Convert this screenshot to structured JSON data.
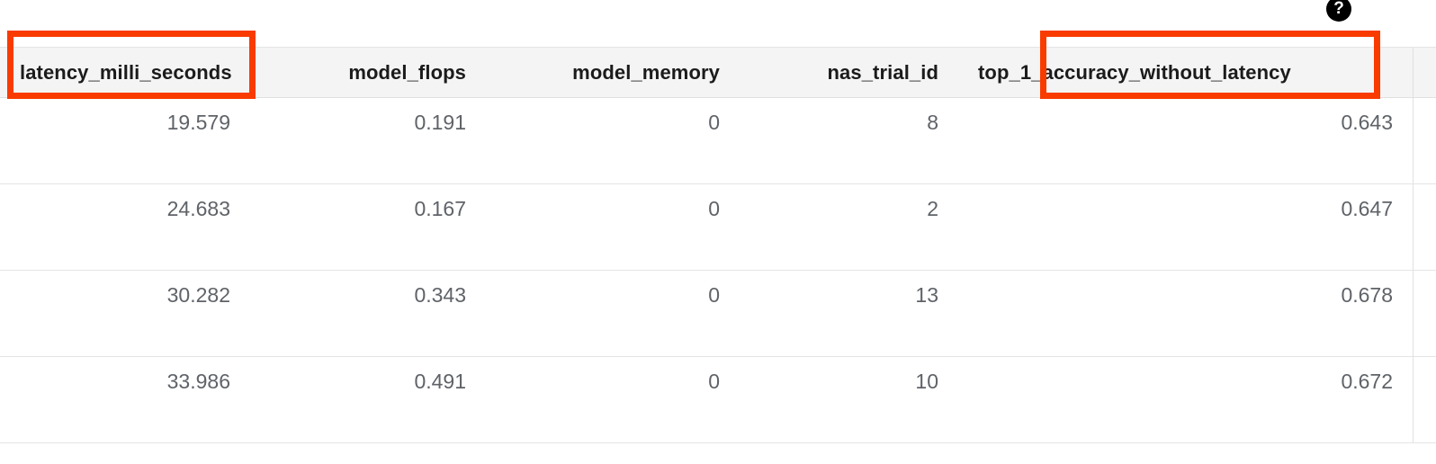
{
  "help": {
    "icon": "help-question-icon",
    "glyph": "?"
  },
  "annotations": {
    "color": "#f93b00",
    "boxes": [
      {
        "target": "latency_milli_seconds"
      },
      {
        "target": "top_1_accuracy_without_latency"
      }
    ]
  },
  "table": {
    "columns": [
      {
        "label": "latency_milli_seconds",
        "align": "left"
      },
      {
        "label": "model_flops",
        "align": "right"
      },
      {
        "label": "model_memory",
        "align": "right"
      },
      {
        "label": "nas_trial_id",
        "align": "right"
      },
      {
        "label": "top_1_accuracy_without_latency",
        "align": "left"
      }
    ],
    "rows": [
      {
        "latency_milli_seconds": "19.579",
        "model_flops": "0.191",
        "model_memory": "0",
        "nas_trial_id": "8",
        "top_1_accuracy_without_latency": "0.643"
      },
      {
        "latency_milli_seconds": "24.683",
        "model_flops": "0.167",
        "model_memory": "0",
        "nas_trial_id": "2",
        "top_1_accuracy_without_latency": "0.647"
      },
      {
        "latency_milli_seconds": "30.282",
        "model_flops": "0.343",
        "model_memory": "0",
        "nas_trial_id": "13",
        "top_1_accuracy_without_latency": "0.678"
      },
      {
        "latency_milli_seconds": "33.986",
        "model_flops": "0.491",
        "model_memory": "0",
        "nas_trial_id": "10",
        "top_1_accuracy_without_latency": "0.672"
      }
    ]
  }
}
